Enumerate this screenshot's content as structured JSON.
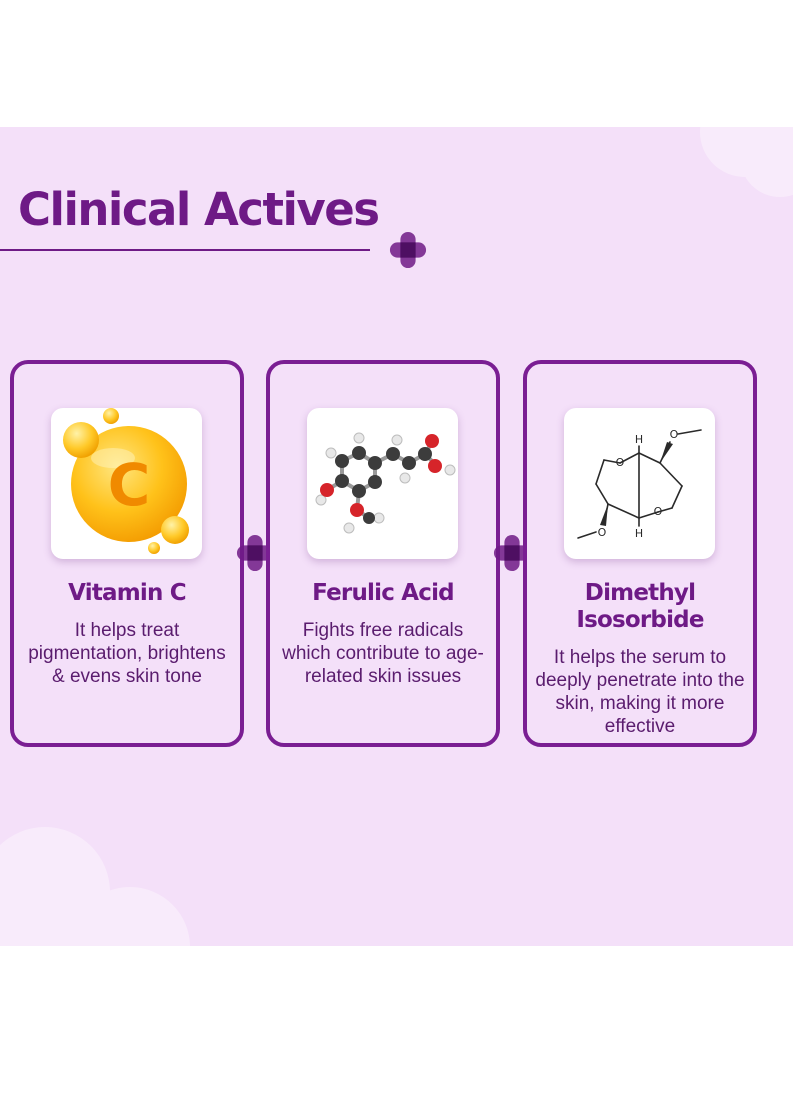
{
  "section": {
    "title": "Clinical Actives"
  },
  "colors": {
    "primary_purple": "#6e1a86",
    "card_border": "#7a1e93",
    "background": "#f4e0f9"
  },
  "cards": [
    {
      "title": "Vitamin C",
      "description": "It helps treat pigmentation, brightens & evens skin tone",
      "icon": "vitamin-c-orb-icon",
      "icon_letter": "C"
    },
    {
      "title": "Ferulic Acid",
      "description": "Fights free radicals which contribute to age-related skin issues",
      "icon": "ferulic-acid-molecule-icon"
    },
    {
      "title": "Dimethyl Isosorbide",
      "description": "It helps the serum to deeply penetrate into the skin, making it more effective",
      "icon": "dimethyl-isosorbide-structure-icon",
      "structure_labels": {
        "hydrogen": "H",
        "oxygen": "O"
      }
    }
  ]
}
